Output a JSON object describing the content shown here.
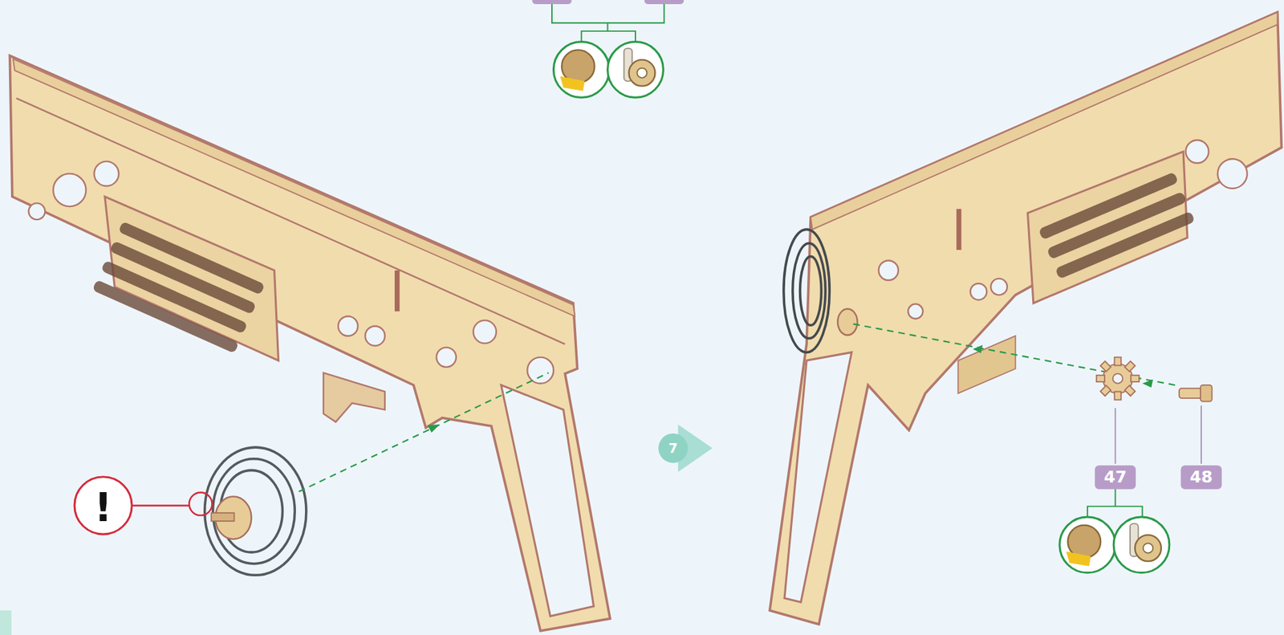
{
  "diagram": {
    "labels": [
      "7",
      "47",
      "48",
      "!"
    ]
  }
}
